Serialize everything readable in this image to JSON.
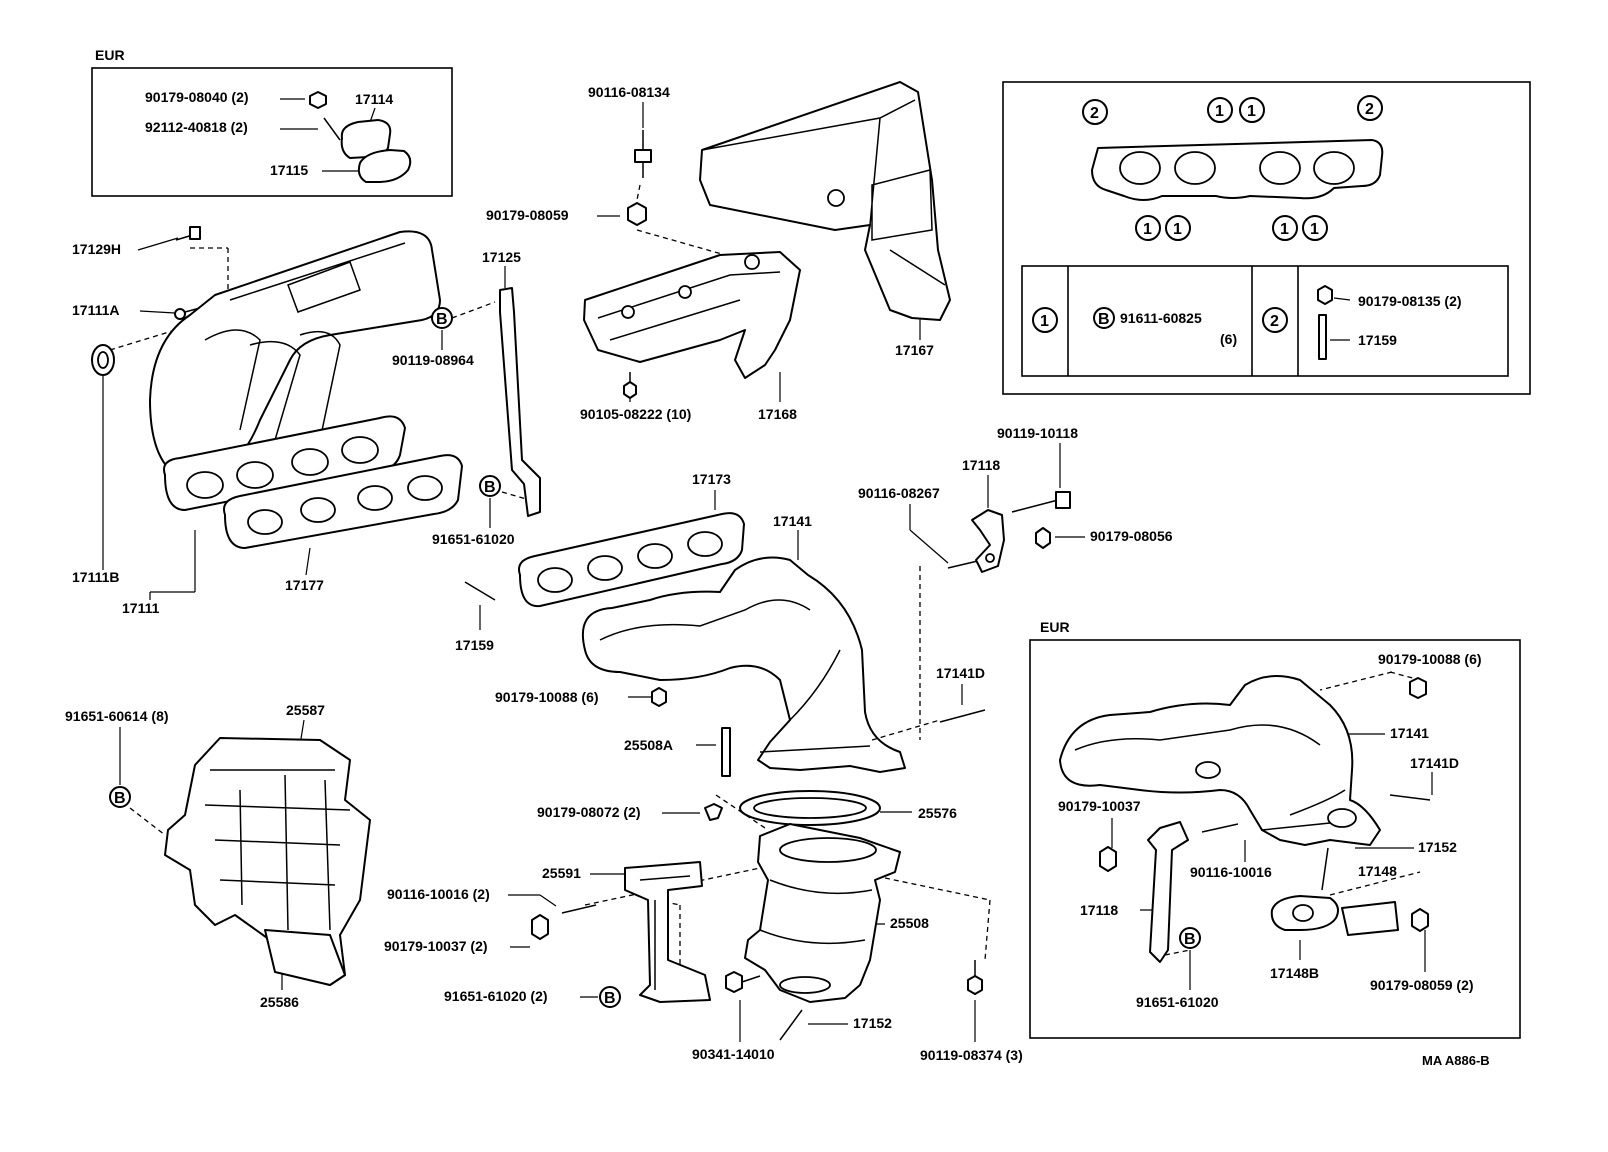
{
  "labels": {
    "eur_top": "EUR",
    "eur_bottom": "EUR",
    "l_90179_08040": "90179-08040 (2)",
    "l_92112_40818": "92112-40818 (2)",
    "l_17114": "17114",
    "l_17115": "17115",
    "l_17129h": "17129H",
    "l_17111a": "17111A",
    "l_17111b": "17111B",
    "l_17111": "17111",
    "l_17177": "17177",
    "l_17125": "17125",
    "l_90119_08964": "90119-08964",
    "l_91651_61020_a": "91651-61020",
    "l_90116_08134": "90116-08134",
    "l_90179_08059": "90179-08059",
    "l_90105_08222": "90105-08222 (10)",
    "l_17168": "17168",
    "l_17167": "17167",
    "l_17173": "17173",
    "l_17141": "17141",
    "l_17159_a": "17159",
    "l_90179_10088_a": "90179-10088 (6)",
    "l_90116_08267": "90116-08267",
    "l_17118_a": "17118",
    "l_90119_10118": "90119-10118",
    "l_90179_08056": "90179-08056",
    "l_17141d_a": "17141D",
    "l_25508a": "25508A",
    "l_90179_08072": "90179-08072 (2)",
    "l_25576": "25576",
    "l_25591": "25591",
    "l_90116_10016_a": "90116-10016 (2)",
    "l_90179_10037_a": "90179-10037 (2)",
    "l_25508": "25508",
    "l_91651_61020_b": "91651-61020 (2)",
    "l_90341_14010": "90341-14010",
    "l_17152_a": "17152",
    "l_90119_08374": "90119-08374 (3)",
    "l_91651_60614": "91651-60614 (8)",
    "l_25587": "25587",
    "l_25586": "25586",
    "l_91611_60825": "91611-60825",
    "l_91611_60825_qty": "(6)",
    "l_90179_08135": "90179-08135 (2)",
    "l_17159_b": "17159",
    "l_90179_10088_b": "90179-10088 (6)",
    "l_17141_b": "17141",
    "l_17141d_b": "17141D",
    "l_90179_10037_b": "90179-10037",
    "l_90116_10016_b": "90116-10016",
    "l_17152_b": "17152",
    "l_17148": "17148",
    "l_17118_b": "17118",
    "l_17148b": "17148B",
    "l_91651_61020_c": "91651-61020",
    "l_90179_08059_b": "90179-08059 (2)",
    "ref_code": "MA A886-B"
  },
  "symbols": {
    "one": "1",
    "two": "2",
    "b": "B"
  }
}
